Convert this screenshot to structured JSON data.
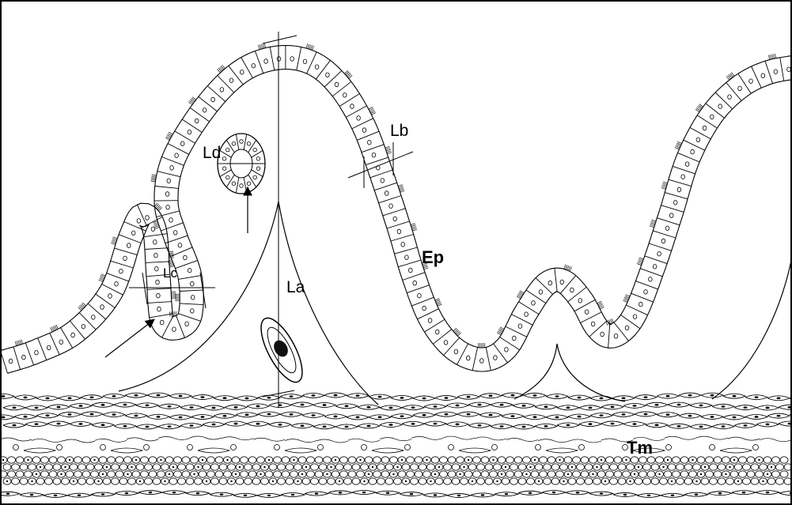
{
  "labels": {
    "ld": "Ld",
    "lb": "Lb",
    "lc": "Lc",
    "la": "La",
    "ep": "Ep",
    "tm": "Tm"
  },
  "colors": {
    "ink": "#000000",
    "background": "#ffffff",
    "nucleus": "#111111"
  }
}
